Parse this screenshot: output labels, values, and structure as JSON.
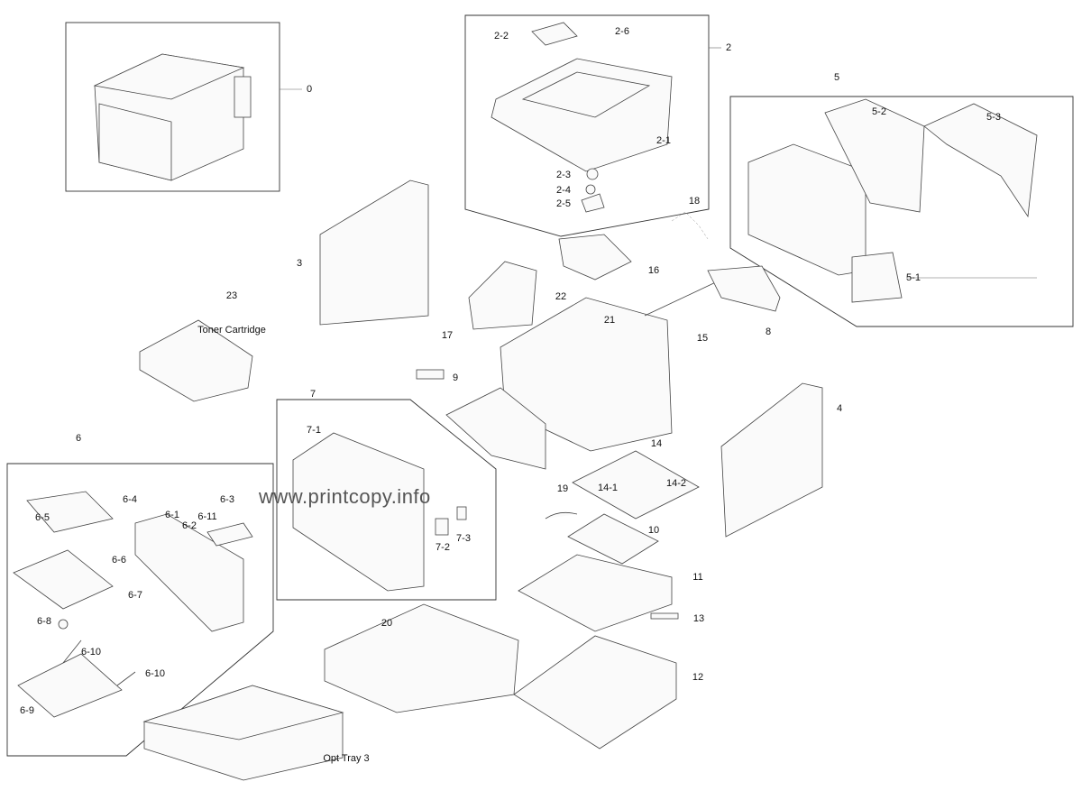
{
  "watermark": "www.printcopy.info",
  "callouts": [
    {
      "id": "0",
      "label": "0"
    },
    {
      "id": "2",
      "label": "2"
    },
    {
      "id": "2-2",
      "label": "2-2"
    },
    {
      "id": "2-6",
      "label": "2-6"
    },
    {
      "id": "2-1",
      "label": "2-1"
    },
    {
      "id": "2-3",
      "label": "2-3"
    },
    {
      "id": "2-4",
      "label": "2-4"
    },
    {
      "id": "2-5",
      "label": "2-5"
    },
    {
      "id": "5",
      "label": "5"
    },
    {
      "id": "5-2",
      "label": "5-2"
    },
    {
      "id": "5-3",
      "label": "5-3"
    },
    {
      "id": "5-1",
      "label": "5-1"
    },
    {
      "id": "18",
      "label": "18"
    },
    {
      "id": "16",
      "label": "16"
    },
    {
      "id": "3",
      "label": "3"
    },
    {
      "id": "23",
      "label": "23"
    },
    {
      "id": "toner",
      "label": "Toner Cartridge"
    },
    {
      "id": "22",
      "label": "22"
    },
    {
      "id": "21",
      "label": "21"
    },
    {
      "id": "17",
      "label": "17"
    },
    {
      "id": "15",
      "label": "15"
    },
    {
      "id": "8",
      "label": "8"
    },
    {
      "id": "9",
      "label": "9"
    },
    {
      "id": "7",
      "label": "7"
    },
    {
      "id": "7-1",
      "label": "7-1"
    },
    {
      "id": "4",
      "label": "4"
    },
    {
      "id": "14",
      "label": "14"
    },
    {
      "id": "14-1",
      "label": "14-1"
    },
    {
      "id": "14-2",
      "label": "14-2"
    },
    {
      "id": "6",
      "label": "6"
    },
    {
      "id": "6-4",
      "label": "6-4"
    },
    {
      "id": "6-3",
      "label": "6-3"
    },
    {
      "id": "6-5",
      "label": "6-5"
    },
    {
      "id": "6-1",
      "label": "6-1"
    },
    {
      "id": "6-11",
      "label": "6-11"
    },
    {
      "id": "6-2",
      "label": "6-2"
    },
    {
      "id": "19",
      "label": "19"
    },
    {
      "id": "10",
      "label": "10"
    },
    {
      "id": "7-2",
      "label": "7-2"
    },
    {
      "id": "7-3",
      "label": "7-3"
    },
    {
      "id": "6-6",
      "label": "6-6"
    },
    {
      "id": "6-7",
      "label": "6-7"
    },
    {
      "id": "11",
      "label": "11"
    },
    {
      "id": "6-8",
      "label": "6-8"
    },
    {
      "id": "20",
      "label": "20"
    },
    {
      "id": "13",
      "label": "13"
    },
    {
      "id": "6-10a",
      "label": "6-10"
    },
    {
      "id": "6-10b",
      "label": "6-10"
    },
    {
      "id": "12",
      "label": "12"
    },
    {
      "id": "6-9",
      "label": "6-9"
    },
    {
      "id": "opt",
      "label": "Opt Tray 3"
    }
  ]
}
